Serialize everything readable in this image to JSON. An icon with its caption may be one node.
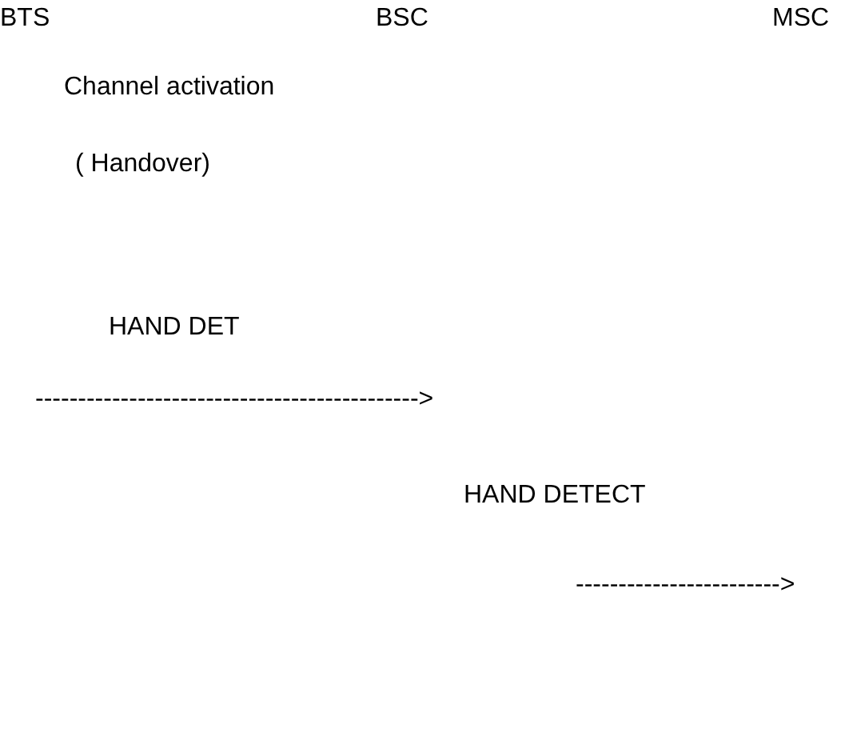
{
  "diagram": {
    "nodes": [
      {
        "text": [
          "BTS"
        ]
      },
      {
        "text": [
          "BSC"
        ]
      },
      {
        "text": [
          "MSC"
        ]
      }
    ],
    "labels": [
      "Channel activation",
      "( Handover)",
      "HAND DET",
      "--------------------------------------------->",
      "HAND DETECT",
      "------------------------>"
    ]
  }
}
